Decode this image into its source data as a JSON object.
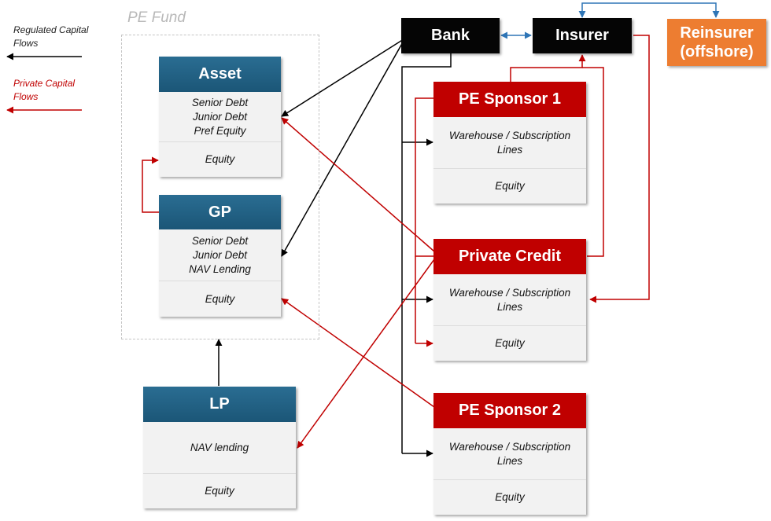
{
  "legend": {
    "regulated": "Regulated Capital Flows",
    "private": "Private Capital Flows"
  },
  "fund": {
    "title": "PE Fund"
  },
  "asset": {
    "title": "Asset",
    "debt_lines": "Senior Debt\nJunior Debt\nPref Equity",
    "equity": "Equity"
  },
  "gp": {
    "title": "GP",
    "debt_lines": "Senior Debt\nJunior Debt\nNAV Lending",
    "equity": "Equity"
  },
  "lp": {
    "title": "LP",
    "debt_lines": "NAV lending",
    "equity": "Equity"
  },
  "bank": {
    "title": "Bank"
  },
  "insurer": {
    "title": "Insurer"
  },
  "reinsurer": {
    "title": "Reinsurer\n(offshore)"
  },
  "pe_sponsor_1": {
    "title": "PE Sponsor 1",
    "lines": "Warehouse / Subscription\nLines",
    "equity": "Equity"
  },
  "private_credit": {
    "title": "Private Credit",
    "lines": "Warehouse / Subscription\nLines",
    "equity": "Equity"
  },
  "pe_sponsor_2": {
    "title": "PE Sponsor 2",
    "lines": "Warehouse / Subscription\nLines",
    "equity": "Equity"
  },
  "colors": {
    "regulated": "#000000",
    "private": "#c00000",
    "blue_header": "#1f5f85",
    "red_header": "#c00000",
    "orange": "#ed7d31",
    "teal_link": "#2e75b6"
  }
}
